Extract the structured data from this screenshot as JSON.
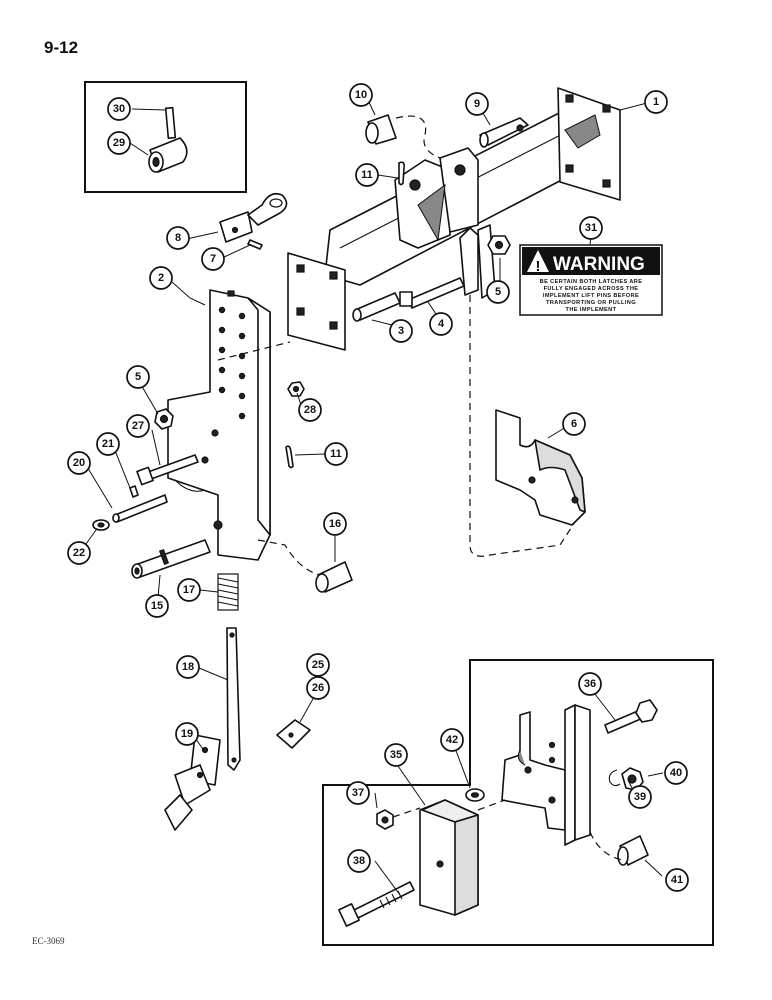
{
  "page_number": "9-12",
  "figure_code": "EC-3069",
  "warning": {
    "heading": "WARNING",
    "lines": [
      "BE CERTAIN BOTH LATCHES ARE",
      "FULLY ENGAGED ACROSS THE",
      "IMPLEMENT LIFT PINS BEFORE",
      "TRANSPORTING OR PULLING",
      "THE IMPLEMENT"
    ]
  },
  "callouts": [
    "1",
    "2",
    "3",
    "4",
    "5",
    "5",
    "6",
    "7",
    "8",
    "9",
    "10",
    "11",
    "11",
    "15",
    "16",
    "17",
    "18",
    "19",
    "20",
    "21",
    "22",
    "25",
    "26",
    "27",
    "28",
    "29",
    "30",
    "31",
    "35",
    "36",
    "37",
    "38",
    "39",
    "40",
    "41",
    "42"
  ]
}
